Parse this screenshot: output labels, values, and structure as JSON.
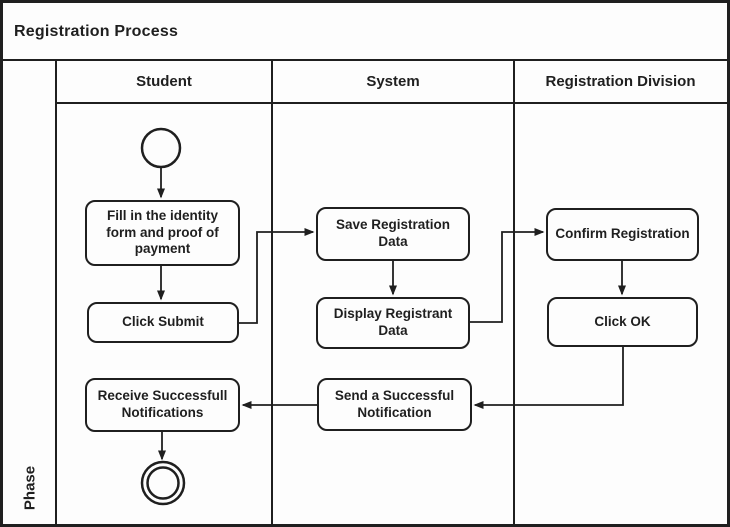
{
  "title": "Registration Process",
  "phase": {
    "label": "Phase"
  },
  "lanes": [
    {
      "label": "Student"
    },
    {
      "label": "System"
    },
    {
      "label": "Registration Division"
    }
  ],
  "activities": [
    {
      "id": "fill-form",
      "lane": "Student",
      "label": "Fill in the identity form and proof of payment"
    },
    {
      "id": "click-submit",
      "lane": "Student",
      "label": "Click Submit"
    },
    {
      "id": "save-registration-data",
      "lane": "System",
      "label": "Save Registration Data"
    },
    {
      "id": "display-registrant-data",
      "lane": "System",
      "label": "Display Registrant Data"
    },
    {
      "id": "confirm-registration",
      "lane": "Registration Division",
      "label": "Confirm Registration"
    },
    {
      "id": "click-ok",
      "lane": "Registration Division",
      "label": "Click OK"
    },
    {
      "id": "send-notification",
      "lane": "System",
      "label": "Send a Successful Notification"
    },
    {
      "id": "receive-notifications",
      "lane": "Student",
      "label": "Receive Successfull Notifications"
    }
  ],
  "nodes": [
    {
      "id": "start-node",
      "type": "initial",
      "lane": "Student"
    },
    {
      "id": "end-node",
      "type": "final",
      "lane": "Student"
    }
  ],
  "edges": [
    {
      "from": "start-node",
      "to": "fill-form"
    },
    {
      "from": "fill-form",
      "to": "click-submit"
    },
    {
      "from": "click-submit",
      "to": "save-registration-data"
    },
    {
      "from": "save-registration-data",
      "to": "display-registrant-data"
    },
    {
      "from": "display-registrant-data",
      "to": "confirm-registration"
    },
    {
      "from": "confirm-registration",
      "to": "click-ok"
    },
    {
      "from": "click-ok",
      "to": "send-notification"
    },
    {
      "from": "send-notification",
      "to": "receive-notifications"
    },
    {
      "from": "receive-notifications",
      "to": "end-node"
    }
  ],
  "colors": {
    "line": "#1f1f1f",
    "background": "#fdfdfd"
  }
}
